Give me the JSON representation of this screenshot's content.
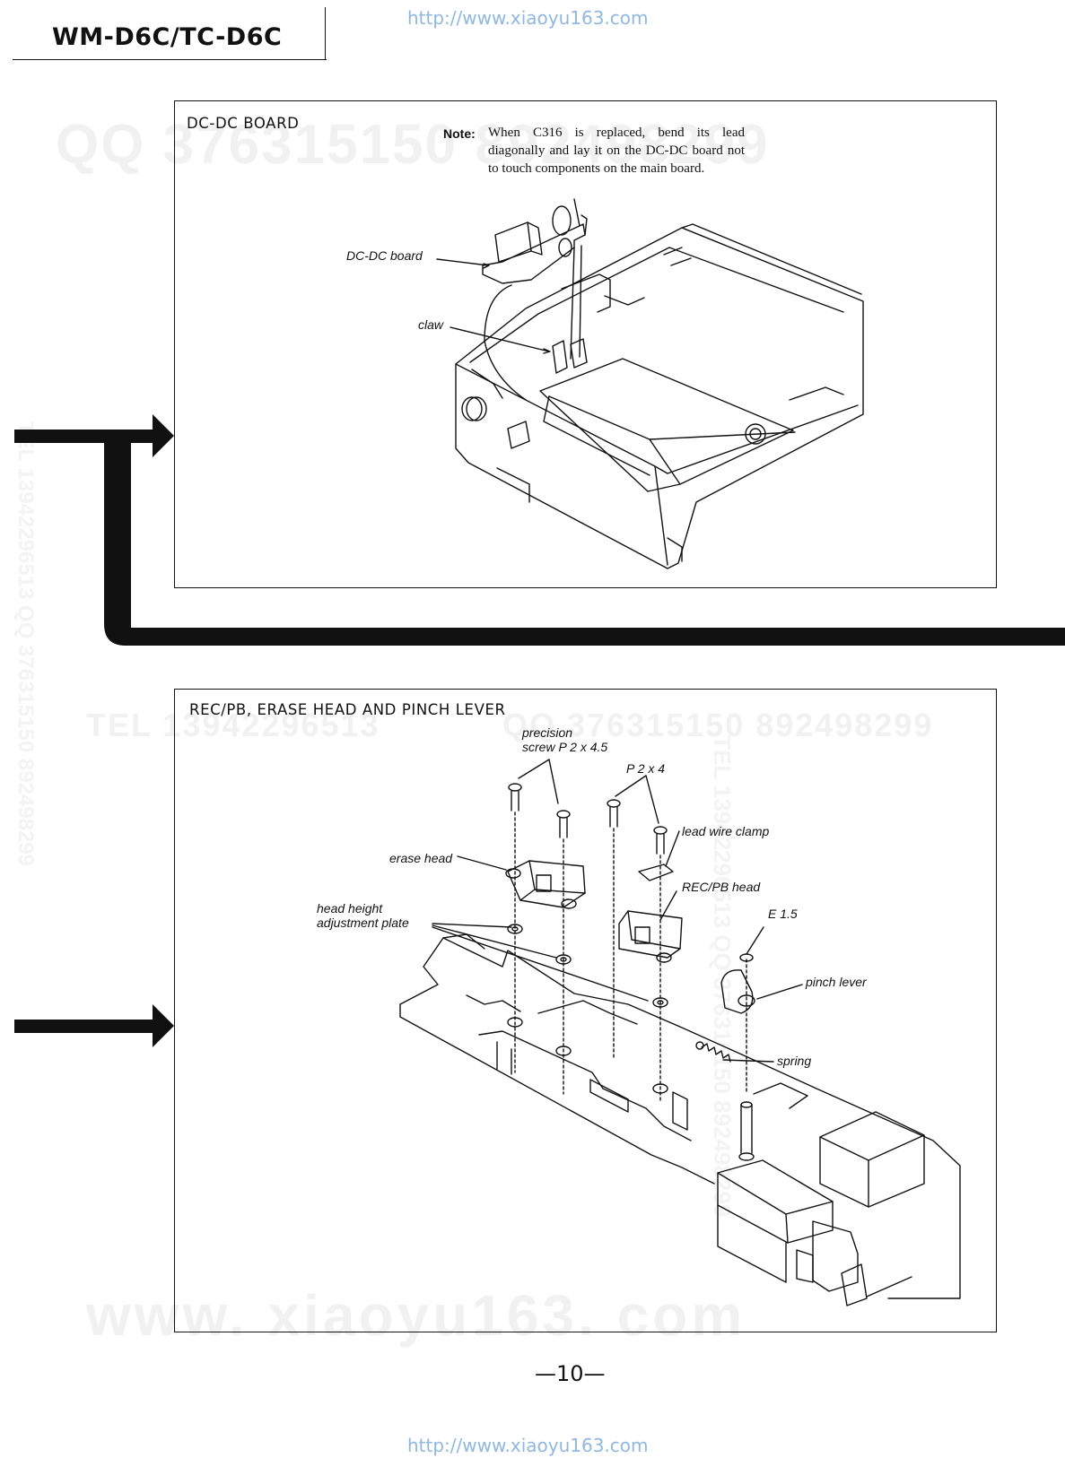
{
  "header": {
    "model": "WM-D6C/TC-D6C",
    "url_top": "http://www.xiaoyu163.com",
    "url_bottom": "http://www.xiaoyu163.com"
  },
  "watermarks": {
    "qq_top": "QQ 376315150 892498299",
    "tel_row": "TEL 13942296513",
    "qq_row": "QQ 376315150 892498299",
    "www": "www. xiaoyu163. com",
    "side_right": "TEL 13942296513 QQ 376315150 892498299",
    "side_left": "TEL 13942296513 QQ 376315150 892498299"
  },
  "panel_dcdc": {
    "title": "DC-DC BOARD",
    "note_label": "Note:",
    "note_text": "When C316 is replaced, bend its lead diagonally and lay it on the DC-DC board not to touch components on the main board.",
    "callouts": {
      "dcdc_board": "DC-DC board",
      "claw": "claw"
    }
  },
  "panel_heads": {
    "title": "REC/PB, ERASE HEAD AND PINCH LEVER",
    "callouts": {
      "precision_screw_line1": "precision",
      "precision_screw_line2": "screw P 2 x 4.5",
      "p2x4": "P 2 x 4",
      "lead_wire_clamp": "lead wire clamp",
      "erase_head": "erase head",
      "recpb_head": "REC/PB head",
      "head_height_line1": "head height",
      "head_height_line2": "adjustment plate",
      "e15": "E 1.5",
      "pinch_lever": "pinch lever",
      "spring": "spring"
    }
  },
  "footer": {
    "page_number": "—10—"
  }
}
